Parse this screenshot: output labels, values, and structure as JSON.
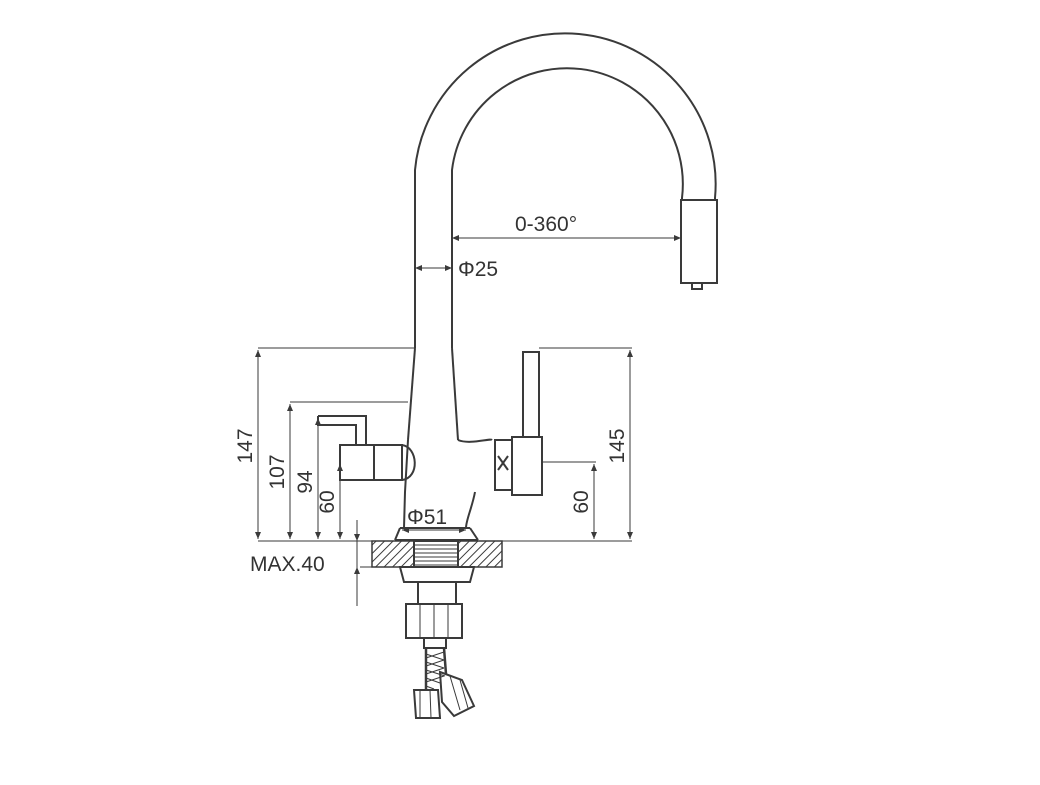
{
  "dimensions": {
    "swivel": "0-360°",
    "spout_diameter": "Φ25",
    "base_diameter": "Φ51",
    "height_total": "147",
    "height_left_handle_top": "107",
    "height_left_handle": "94",
    "height_left_outlet": "60",
    "height_right_handle": "145",
    "height_right_outlet": "60",
    "max_counter_thickness": "MAX.40"
  },
  "colors": {
    "line": "#3a3a3a",
    "background": "#ffffff"
  }
}
